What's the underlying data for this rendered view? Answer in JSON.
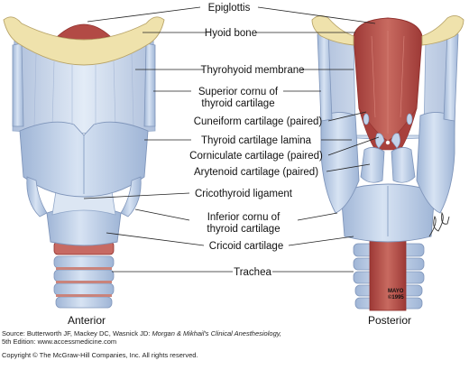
{
  "labels": {
    "epiglottis": "Epiglottis",
    "hyoid_bone": "Hyoid bone",
    "thyrohyoid_membrane": "Thyrohyoid membrane",
    "superior_cornu": [
      "Superior cornu of",
      "thyroid cartilage"
    ],
    "cuneiform": "Cuneiform cartilage (paired)",
    "thyroid_lamina": "Thyroid cartilage lamina",
    "corniculate": "Corniculate cartilage (paired)",
    "arytenoid": "Arytenoid cartilage (paired)",
    "cricothyroid_ligament": "Cricothyroid ligament",
    "inferior_cornu": [
      "Inferior cornu of",
      "thyroid cartilage"
    ],
    "cricoid": "Cricoid cartilage",
    "trachea": "Trachea"
  },
  "views": {
    "anterior": "Anterior",
    "posterior": "Posterior"
  },
  "stamp": [
    "MAYO",
    "©1995"
  ],
  "credits": {
    "source_prefix": "Source: Butterworth JF, Mackey DC, Wasnick JD: ",
    "source_title": "Morgan & Mikhail's Clinical Anesthesiology,",
    "source_edition": "5th Edition: www.accessmedicine.com",
    "copyright": "Copyright © The McGraw-Hill Companies, Inc. All rights reserved."
  },
  "colors": {
    "cartilage_blue": "#c3d3ea",
    "cartilage_shadow": "#8fa6c8",
    "membrane_blue": "#dbe6f3",
    "bone_yellow": "#efe2ac",
    "tissue_red": "#b24a45",
    "tissue_dark": "#8f2f2c"
  }
}
